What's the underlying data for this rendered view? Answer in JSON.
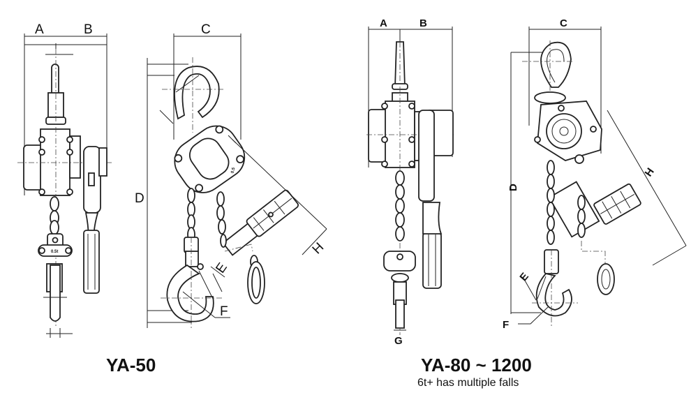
{
  "figures": [
    {
      "model": "YA-50",
      "note": "",
      "dimension_labels": {
        "A": "A",
        "B": "B",
        "C": "C",
        "D": "D",
        "E": "E",
        "F": "F",
        "H": "H"
      },
      "part_tags": {
        "capacity_tag": "0.5t",
        "body_tag": "0.5"
      }
    },
    {
      "model": "YA-80 ~ 1200",
      "note": "6t+ has multiple falls",
      "dimension_labels": {
        "A": "A",
        "B": "B",
        "C": "C",
        "D": "D",
        "E": "E",
        "F": "F",
        "G": "G",
        "H": "H"
      }
    }
  ]
}
